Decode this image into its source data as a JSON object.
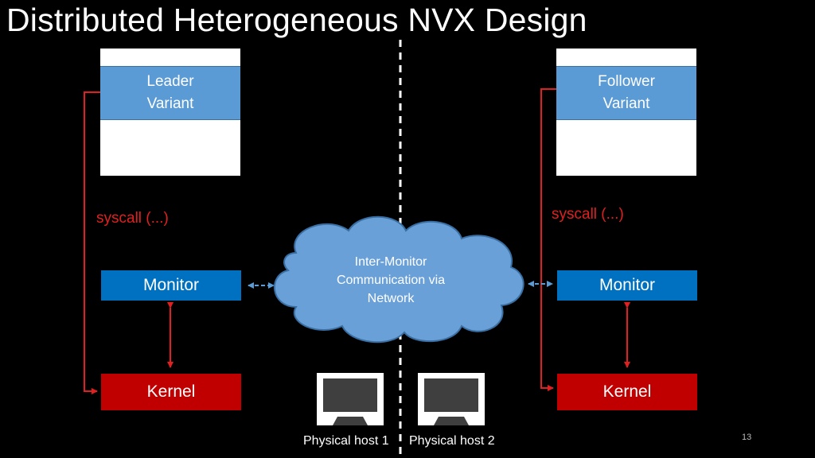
{
  "title": "Distributed Heterogeneous NVX Design",
  "left": {
    "variant_line1": "Leader",
    "variant_line2": "Variant",
    "syscall": "syscall (...)",
    "monitor": "Monitor",
    "kernel": "Kernel"
  },
  "right": {
    "variant_line1": "Follower",
    "variant_line2": "Variant",
    "syscall": "syscall (...)",
    "monitor": "Monitor",
    "kernel": "Kernel"
  },
  "cloud": {
    "line1": "Inter-Monitor",
    "line2": "Communication via",
    "line3": "Network"
  },
  "hosts": {
    "host1": "Physical host 1",
    "host2": "Physical host 2"
  },
  "page_number": "13",
  "colors": {
    "variant": "#5b9bd5",
    "monitor": "#0070c0",
    "kernel": "#c00000",
    "syscall_arrow": "#e02020",
    "cloud": "#6aa0d8"
  }
}
